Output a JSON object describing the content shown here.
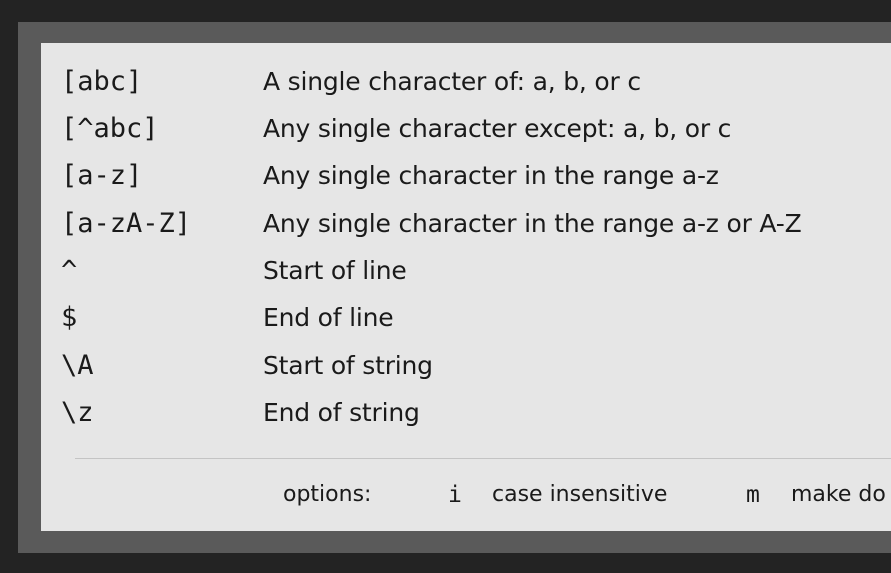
{
  "reference": {
    "rows": [
      {
        "pattern": "[abc]",
        "description": "A single character of: a, b, or c"
      },
      {
        "pattern": "[^abc]",
        "description": "Any single character except: a, b, or c"
      },
      {
        "pattern": "[a-z]",
        "description": "Any single character in the range a-z"
      },
      {
        "pattern": "[a-zA-Z]",
        "description": "Any single character in the range a-z or A-Z"
      },
      {
        "pattern": "^",
        "description": "Start of line"
      },
      {
        "pattern": "$",
        "description": "End of line"
      },
      {
        "pattern": "\\A",
        "description": "Start of string"
      },
      {
        "pattern": "\\z",
        "description": "End of string"
      }
    ]
  },
  "options": {
    "label": "options:",
    "items": [
      {
        "key": "i",
        "description": "case insensitive"
      },
      {
        "key": "m",
        "description": "make do"
      }
    ]
  },
  "colors": {
    "background": "#232323",
    "frame": "#5a5a5a",
    "panel": "#e6e6e6",
    "text": "#1a1a1a"
  }
}
